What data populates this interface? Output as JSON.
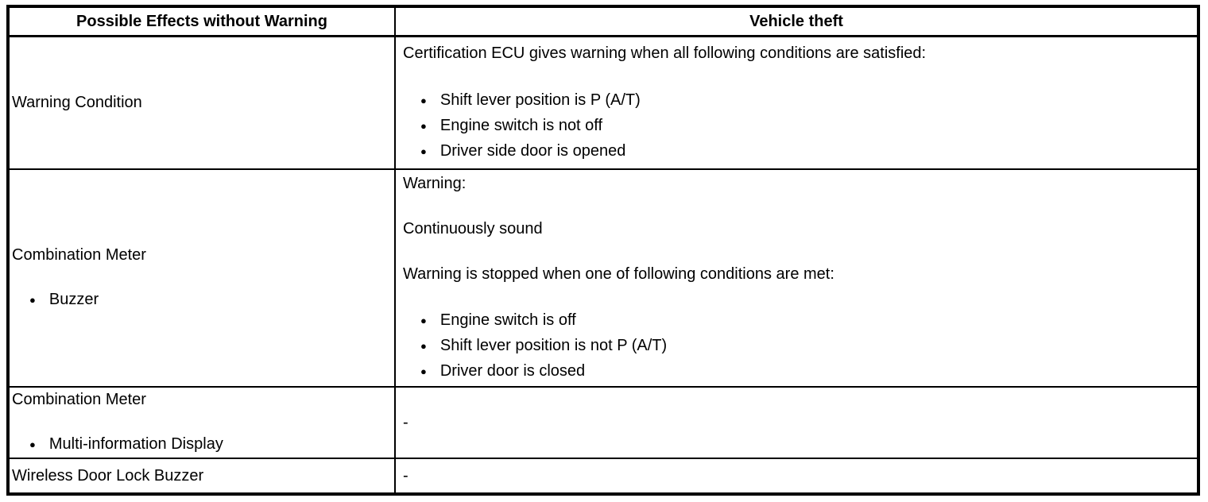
{
  "icons": {
    "bullet": "●"
  },
  "header": {
    "col1": "Possible Effects without Warning",
    "col2": "Vehicle theft"
  },
  "rows": {
    "warning_condition": {
      "label": "Warning Condition",
      "intro": "Certification ECU gives warning when all following conditions are satisfied:",
      "bullets": [
        "Shift lever position is P (A/T)",
        "Engine switch is not off",
        "Driver side door is opened"
      ]
    },
    "buzzer": {
      "label": "Combination Meter",
      "sub_bullet": "Buzzer",
      "para1": "Warning:",
      "para2": "Continuously sound",
      "para3": "Warning is stopped when one of following conditions are met:",
      "bullets": [
        "Engine switch is off",
        "Shift lever position is not P (A/T)",
        "Driver door is closed"
      ]
    },
    "multi_info_display": {
      "label": "Combination Meter",
      "sub_bullet": "Multi-information Display",
      "value": "-"
    },
    "wireless_door_lock_buzzer": {
      "label": "Wireless Door Lock Buzzer",
      "value": "-"
    }
  }
}
